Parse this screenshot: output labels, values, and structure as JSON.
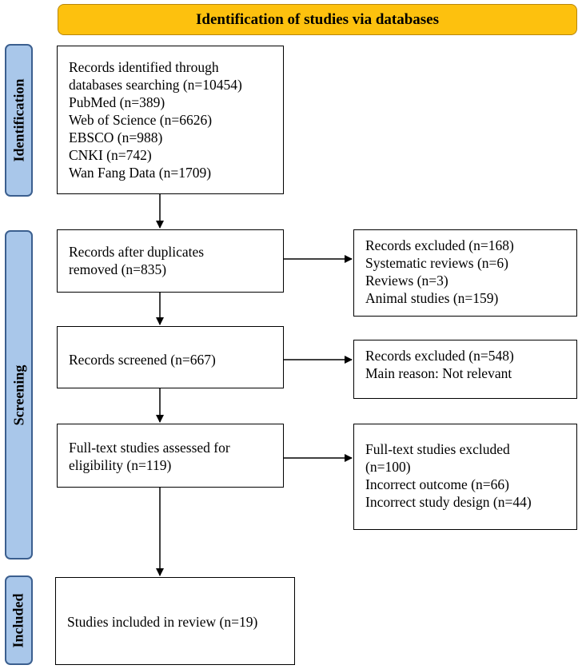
{
  "header": {
    "title": "Identification of studies via databases"
  },
  "stages": {
    "identification": "Identification",
    "screening": "Screening",
    "included": "Included"
  },
  "boxes": {
    "identified": {
      "lines": [
        "Records identified through",
        "databases searching (n=10454)",
        "PubMed (n=389)",
        "Web of Science (n=6626)",
        "EBSCO (n=988)",
        "CNKI (n=742)",
        "Wan Fang Data (n=1709)"
      ]
    },
    "after_duplicates": {
      "lines": [
        "Records after duplicates",
        "removed (n=835)"
      ]
    },
    "excluded_1": {
      "lines": [
        "Records excluded (n=168)",
        "Systematic reviews (n=6)",
        "Reviews (n=3)",
        "Animal studies (n=159)"
      ]
    },
    "screened": {
      "lines": [
        "Records screened (n=667)"
      ]
    },
    "excluded_2": {
      "lines": [
        "Records excluded (n=548)",
        "Main reason: Not relevant"
      ]
    },
    "full_text": {
      "lines": [
        "Full-text studies assessed for",
        "eligibility (n=119)"
      ]
    },
    "excluded_3": {
      "lines": [
        "Full-text studies excluded",
        "(n=100)",
        "Incorrect outcome (n=66)",
        "Incorrect study design (n=44)"
      ]
    },
    "included": {
      "lines": [
        "Studies included in review (n=19)"
      ]
    }
  }
}
